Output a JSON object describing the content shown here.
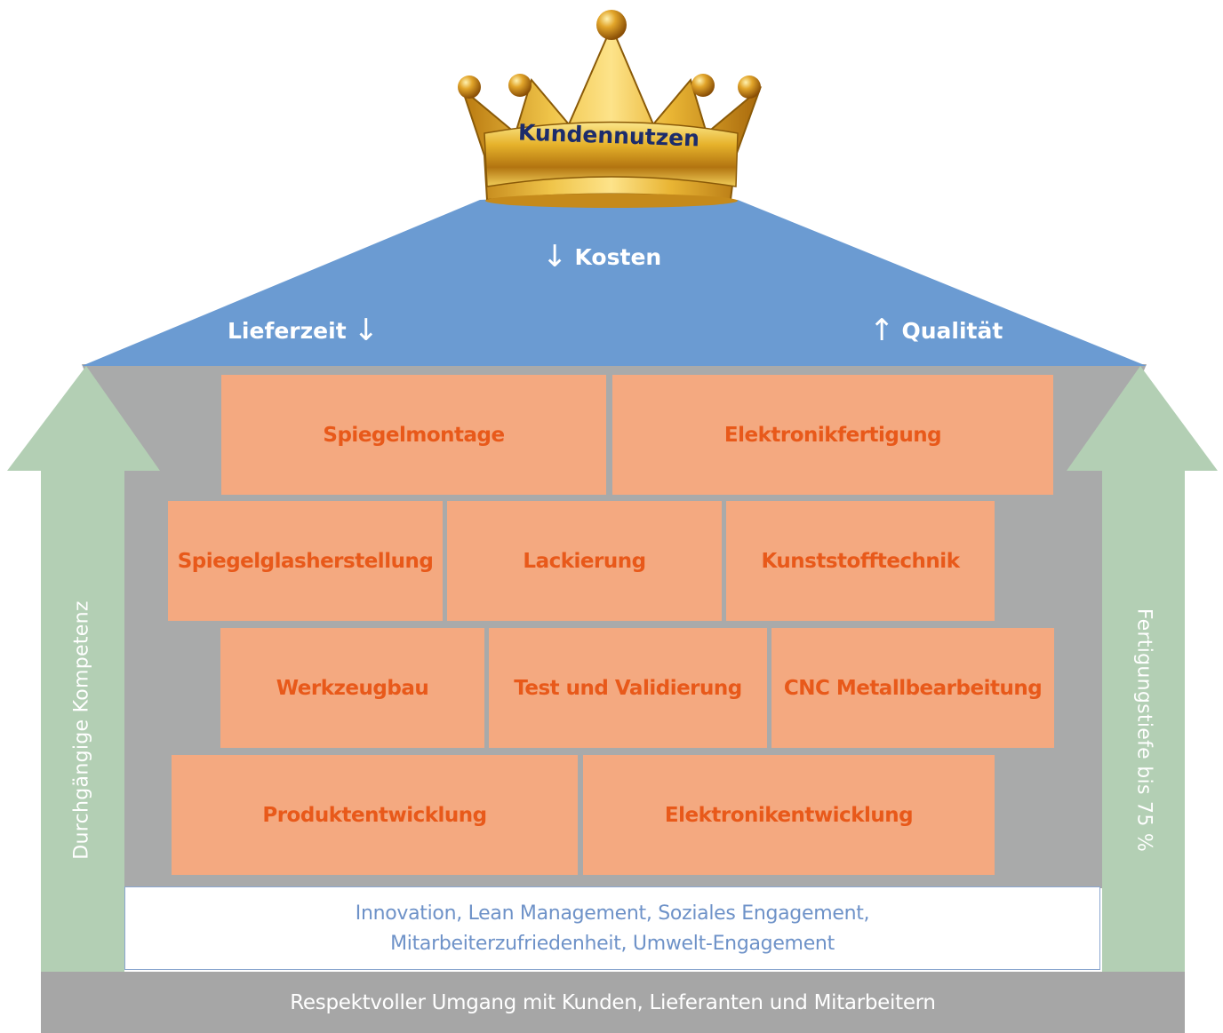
{
  "crown": {
    "label": "Kundennutzen"
  },
  "roof": {
    "top": {
      "arrow": "↓",
      "label": "Kosten"
    },
    "left": {
      "label": "Lieferzeit",
      "arrow": "↓"
    },
    "right": {
      "arrow": "↑",
      "label": "Qualität"
    }
  },
  "side_arrows": {
    "left": "Durchgängige Kompetenz",
    "right": "Fertigungstiefe bis 75 %"
  },
  "bricks": [
    "Spiegelmontage",
    "Elektronikfertigung",
    "Spiegelglasherstellung",
    "Lackierung",
    "Kunststofftechnik",
    "Werkzeugbau",
    "Test und Validierung",
    "CNC Metallbearbeitung",
    "Produktentwicklung",
    "Elektronikentwicklung"
  ],
  "values": {
    "line1": "Innovation, Lean Management, Soziales Engagement,",
    "line2": "Mitarbeiterzufriedenheit, Umwelt-Engagement"
  },
  "foundation": {
    "label": "Respektvoller Umgang mit Kunden, Lieferanten und Mitarbeitern"
  },
  "colors": {
    "roof": "#6b9bd2",
    "wall": "#a9aaaa",
    "brick": "#f4a980",
    "brick_text": "#e8591a",
    "side_arrow": "#b3cfb4",
    "crown_gold": "#d9a21c",
    "crown_text": "#1c2c6b"
  }
}
